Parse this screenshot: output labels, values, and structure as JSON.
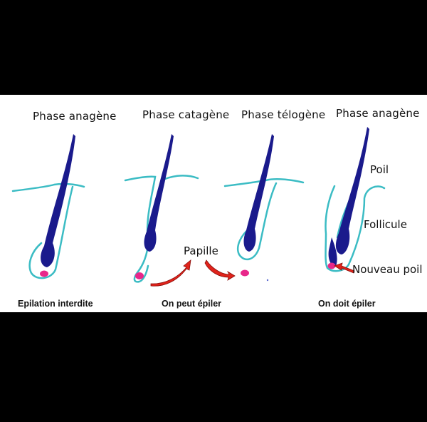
{
  "phases": [
    {
      "title": "Phase  anagène"
    },
    {
      "title": "Phase catagène"
    },
    {
      "title": "Phase télogène"
    },
    {
      "title": "Phase anagène"
    }
  ],
  "labels": {
    "poil": "Poil",
    "follicule": "Follicule",
    "nouveau_poil": "Nouveau poil",
    "papille": "Papille"
  },
  "captions": {
    "left": "Epilation interdite",
    "middle": "On peut épiler",
    "right": "On doit épiler"
  },
  "colors": {
    "background": "#000000",
    "panel": "#ffffff",
    "hair": "#1a1a8c",
    "follicle_outline": "#3bbcc4",
    "papilla": "#e8278a",
    "arrow": "#e0231b"
  }
}
